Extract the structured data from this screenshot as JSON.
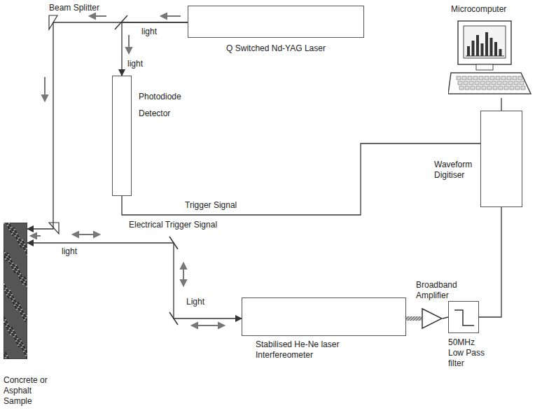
{
  "diagram": {
    "nodes": [
      {
        "text": [
          "Q Switched Nd-YAG Laser"
        ]
      },
      {
        "text": [
          "Photodiode Detector"
        ]
      },
      {
        "text": [
          "Microcomputer"
        ]
      },
      {
        "text": [
          "Waveform Digitiser"
        ]
      },
      {
        "text": [
          "Concrete or Asphalt Sample"
        ]
      },
      {
        "text": [
          "Stabilised He-Ne laser Interfereometer"
        ]
      },
      {
        "text": [
          "Broadband Amplifier"
        ]
      },
      {
        "text": [
          "50MHz Low Pass filter"
        ]
      }
    ],
    "edges": [
      {
        "from": 0,
        "to": 4,
        "label": "light",
        "arrow": "to"
      },
      {
        "from": 0,
        "to": 1,
        "label": "light",
        "arrow": "to"
      },
      {
        "from": 5,
        "to": 4,
        "label": "Light",
        "arrow": "both"
      },
      {
        "from": 1,
        "to": 3,
        "label": "Trigger Signal",
        "arrow": "none"
      },
      {
        "from": 5,
        "to": 6,
        "arrow": "none"
      },
      {
        "from": 6,
        "to": 7,
        "arrow": "none"
      },
      {
        "from": 7,
        "to": 3,
        "arrow": "none"
      },
      {
        "from": 3,
        "to": 2,
        "arrow": "none"
      }
    ],
    "labels": [
      "Beam Splitter",
      "light",
      "Electrical Trigger Signal"
    ]
  }
}
